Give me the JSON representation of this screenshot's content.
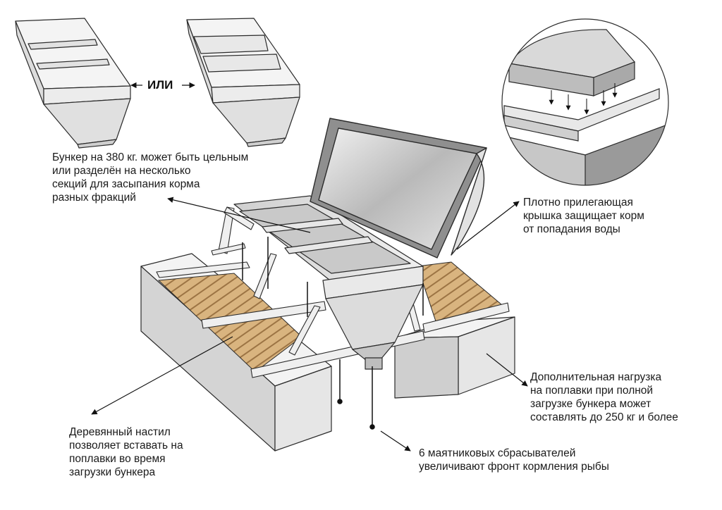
{
  "separator_word": "ИЛИ",
  "callouts": {
    "hopper": {
      "lines": [
        "Бункер на 380 кг. может быть цельным",
        "или разделён на несколько",
        "секций для засыпания корма",
        "разных фракций"
      ]
    },
    "lid": {
      "lines": [
        "Плотно прилегающая",
        "крышка защищает корм",
        "от попадания воды"
      ]
    },
    "load": {
      "lines": [
        "Дополнительная нагрузка",
        "на поплавки при полной",
        "загрузке бункера может",
        "составлять до 250 кг и более"
      ]
    },
    "deck": {
      "lines": [
        "Деревянный настил",
        "позволяет вставать на",
        "поплавки во время",
        "загрузки бункера"
      ]
    },
    "dispensers": {
      "lines": [
        "6 маятниковых сбрасывателей",
        "увеличивают фронт кормления рыбы"
      ]
    }
  },
  "colors": {
    "float": "#e4e4e4",
    "hopper": "#d9d9d9",
    "deck": "#d8b07a",
    "outline": "#2b2b2b"
  }
}
